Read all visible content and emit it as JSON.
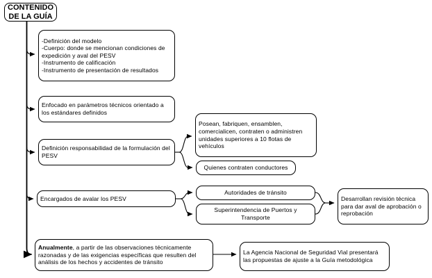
{
  "diagram": {
    "root": {
      "title": "CONTENIDO DE LA GUÍA"
    },
    "nodes": {
      "contenido_items": {
        "text": "-Definición del modelo\n-Cuerpo: donde se mencionan condiciones de expedición y aval del PESV\n-Instrumento de calificación\n-Instrumento de presentación de resultados"
      },
      "enfocado": {
        "text": "Enfocado en parámetros técnicos orientado a los estándares definidos"
      },
      "definicion_responsabilidad": {
        "text": "Definición responsabilidad de la formulación del PESV"
      },
      "posean": {
        "text": "Posean, fabriquen, ensamblen, comercialicen, contraten o administren unidades superiores a 10 flotas de vehículos"
      },
      "quienes": {
        "text": "Quienes contraten conductores"
      },
      "encargados": {
        "text": "Encargados de avalar los PESV"
      },
      "autoridades": {
        "text": "Autoridades de tránsito"
      },
      "superintendencia": {
        "text": "Superintendencia de Puertos y Transporte"
      },
      "desarrollan": {
        "text": "Desarrollan revisión técnica para dar aval de aprobación o reprobación"
      },
      "anualmente": {
        "bold": "Anualmente",
        "rest": ", a partir de las observaciones técnicamente razonadas y de las exigencias específicas que resulten del análisis de los hechos y accidentes de tránsito"
      },
      "agencia": {
        "text": "La Agencia Nacional de Seguridad Vial presentará las propuestas de ajuste a la Guía metodológica"
      }
    },
    "colors": {
      "border": "#000000",
      "line": "#000000",
      "background": "#ffffff",
      "text": "#000000"
    }
  }
}
